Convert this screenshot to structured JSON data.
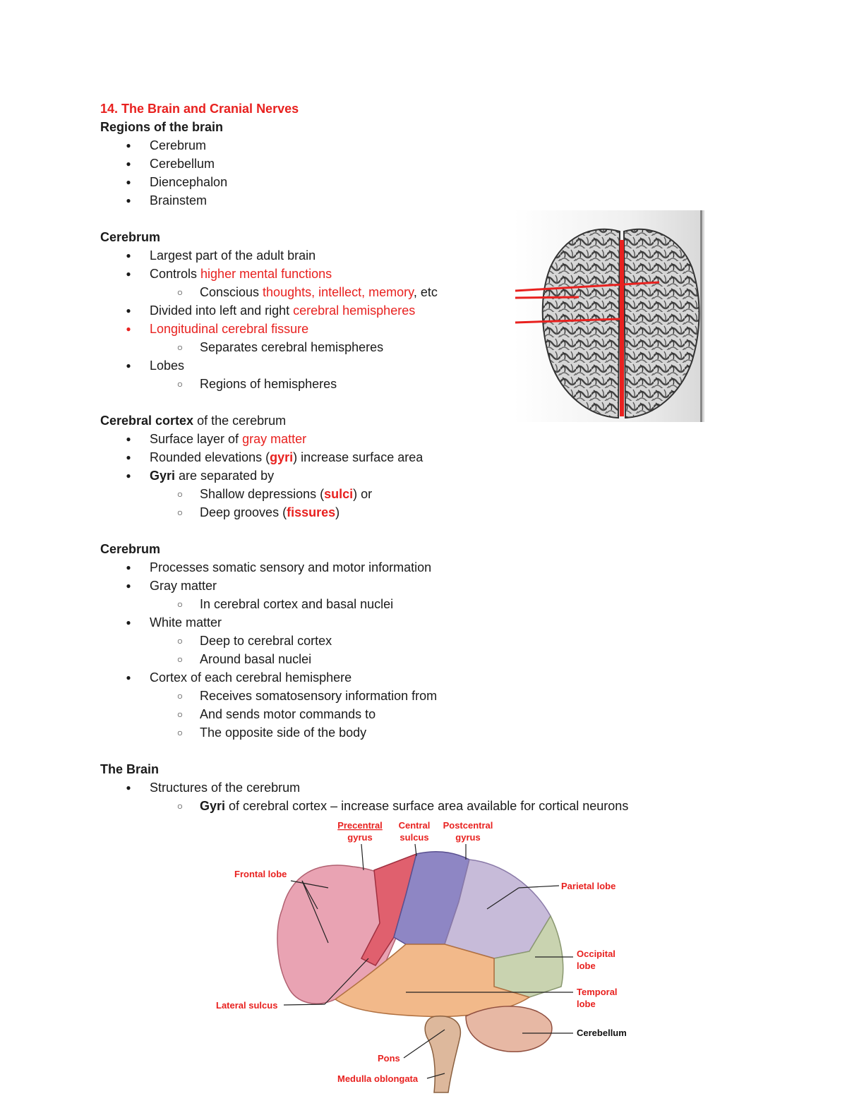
{
  "title": "14. The Brain and Cranial Nerves",
  "regions": {
    "heading": "Regions of the brain",
    "items": [
      "Cerebrum",
      "Cerebellum",
      "Diencephalon",
      "Brainstem"
    ]
  },
  "cerebrum1": {
    "heading": "Cerebrum",
    "b1": "Largest part of the adult brain",
    "b2_pre": "Controls ",
    "b2_red": "higher mental functions",
    "b2a_pre": "Conscious ",
    "b2a_red": "thoughts, intellect, memory",
    "b2a_post": ", etc",
    "b3_pre": "Divided into left and right ",
    "b3_red": "cerebral hemispheres",
    "b4": "Longitudinal cerebral fissure",
    "b4a": "Separates cerebral hemispheres",
    "b5": "Lobes",
    "b5a": "Regions of hemispheres"
  },
  "cortex": {
    "heading_bold": "Cerebral cortex",
    "heading_rest": " of the cerebrum",
    "b1_pre": "Surface layer of ",
    "b1_red": "gray matter",
    "b2_pre": "Rounded elevations (",
    "b2_red": "gyri",
    "b2_post": ") increase surface area",
    "b3_bold": "Gyri",
    "b3_rest": " are separated by",
    "b3a_pre": "Shallow depressions (",
    "b3a_red": "sulci",
    "b3a_post": ") or",
    "b3b_pre": "Deep grooves (",
    "b3b_red": "fissures",
    "b3b_post": ")"
  },
  "cerebrum2": {
    "heading": "Cerebrum",
    "b1": "Processes somatic sensory and motor information",
    "b2": "Gray matter",
    "b2a": "In cerebral cortex and basal nuclei",
    "b3": "White matter",
    "b3a": "Deep to cerebral cortex",
    "b3b": "Around basal nuclei",
    "b4": "Cortex of each cerebral hemisphere",
    "b4a": "Receives somatosensory information from",
    "b4b": "And sends motor commands to",
    "b4c": "The opposite side of the body"
  },
  "brain": {
    "heading": "The Brain",
    "b1": "Structures of the cerebrum",
    "b1a_bold": "Gyri",
    "b1a_rest": " of cerebral cortex – increase surface area available for cortical neurons"
  },
  "bullets": {
    "level1": "●",
    "level2": "○"
  },
  "diagram_labels": {
    "precentral_1": "Precentral",
    "precentral_2": "gyrus",
    "central_1": "Central",
    "central_2": "sulcus",
    "postcentral_1": "Postcentral",
    "postcentral_2": "gyrus",
    "frontal": "Frontal lobe",
    "parietal": "Parietal lobe",
    "occipital_1": "Occipital",
    "occipital_2": "lobe",
    "temporal_1": "Temporal",
    "temporal_2": "lobe",
    "lateral": "Lateral sulcus",
    "cerebellum": "Cerebellum",
    "pons": "Pons",
    "medulla": "Medulla oblongata"
  },
  "colors": {
    "accent_red": "#e8211f",
    "frontal": "#e9a3b3",
    "precentral": "#e0606e",
    "postcentral": "#8e86c4",
    "parietal": "#c7bbd9",
    "occipital": "#c9d3b0",
    "temporal": "#f2b98a",
    "cerebellum": "#e7b8a4"
  }
}
